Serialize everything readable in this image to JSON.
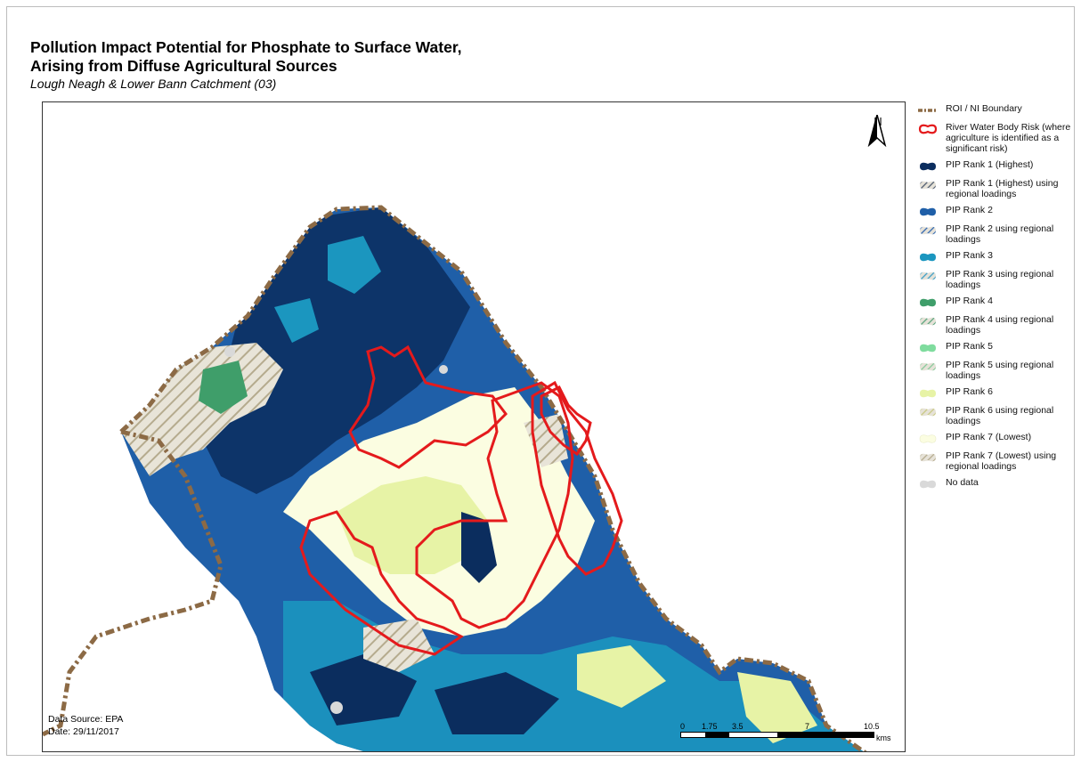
{
  "title": {
    "line1": "Pollution Impact Potential for Phosphate to Surface Water,",
    "line2": "Arising from Diffuse Agricultural Sources",
    "subtitle": "Lough Neagh & Lower Bann Catchment (03)"
  },
  "map": {
    "north_label": "N",
    "data_source": "Data Source: EPA",
    "date": "Date: 29/11/2017",
    "scale": {
      "ticks": [
        "0",
        "1.75",
        "3.5",
        "7",
        "10.5"
      ],
      "units": "kms"
    }
  },
  "legend": {
    "items": [
      {
        "label": "ROI / NI Boundary",
        "swatch": "boundary-line",
        "color": "#8c6a45"
      },
      {
        "label": "River Water Body Risk (where agriculture is identified as a significant risk)",
        "swatch": "outline",
        "color": "#e41a1c"
      },
      {
        "label": "PIP Rank 1 (Highest)",
        "swatch": "solid",
        "color": "#0b2d5e"
      },
      {
        "label": "PIP Rank 1 (Highest) using regional loadings",
        "swatch": "hatch",
        "color": "#4d5a6e"
      },
      {
        "label": "PIP Rank 2",
        "swatch": "solid",
        "color": "#1f5fa8"
      },
      {
        "label": "PIP Rank 2 using regional loadings",
        "swatch": "hatch",
        "color": "#2f66b0"
      },
      {
        "label": "PIP Rank 3",
        "swatch": "solid",
        "color": "#1b96bf"
      },
      {
        "label": "PIP Rank 3 using regional loadings",
        "swatch": "hatch",
        "color": "#3a9fc7"
      },
      {
        "label": "PIP Rank 4",
        "swatch": "solid",
        "color": "#3f9e6a"
      },
      {
        "label": "PIP Rank 4 using regional loadings",
        "swatch": "hatch",
        "color": "#5aa57d"
      },
      {
        "label": "PIP Rank 5",
        "swatch": "solid",
        "color": "#7fdc9e"
      },
      {
        "label": "PIP Rank 5 using regional loadings",
        "swatch": "hatch",
        "color": "#86c99a"
      },
      {
        "label": "PIP Rank 6",
        "swatch": "solid",
        "color": "#e7f3a6"
      },
      {
        "label": "PIP Rank 6 using regional loadings",
        "swatch": "hatch",
        "color": "#c9c982"
      },
      {
        "label": "PIP Rank 7 (Lowest)",
        "swatch": "solid",
        "color": "#fbfde1"
      },
      {
        "label": "PIP Rank 7 (Lowest) using regional loadings",
        "swatch": "hatch",
        "color": "#b5ab8e"
      },
      {
        "label": "No data",
        "swatch": "solid",
        "color": "#d9d9d9"
      }
    ]
  }
}
